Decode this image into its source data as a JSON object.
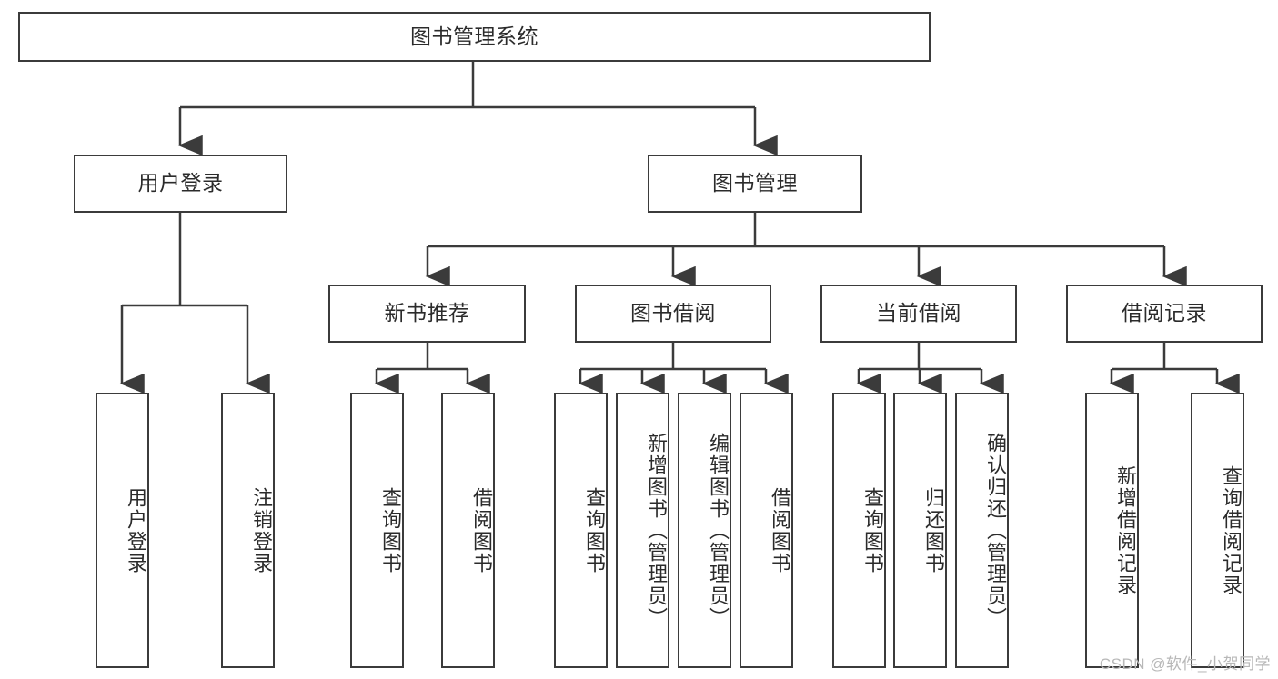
{
  "diagram": {
    "title": "图书管理系统",
    "type": "tree",
    "root": {
      "label": "图书管理系统"
    },
    "level1": [
      {
        "label": "用户登录"
      },
      {
        "label": "图书管理"
      }
    ],
    "level2": [
      {
        "label": "新书推荐"
      },
      {
        "label": "图书借阅"
      },
      {
        "label": "当前借阅"
      },
      {
        "label": "借阅记录"
      }
    ],
    "leaves": {
      "user_login": [
        {
          "label": "用户登录"
        },
        {
          "label": "注销登录"
        }
      ],
      "new_book_recommend": [
        {
          "label": "查询图书"
        },
        {
          "label": "借阅图书"
        }
      ],
      "book_borrow": [
        {
          "label": "查询图书"
        },
        {
          "label": "新增图书（管理员）"
        },
        {
          "label": "编辑图书（管理员）"
        },
        {
          "label": "借阅图书"
        }
      ],
      "current_borrow": [
        {
          "label": "查询图书"
        },
        {
          "label": "归还图书"
        },
        {
          "label": "确认归还（管理员）"
        }
      ],
      "borrow_record": [
        {
          "label": "新增借阅记录"
        },
        {
          "label": "查询借阅记录"
        }
      ]
    }
  },
  "watermark": {
    "text": "CSDN @软件_小贺同学",
    "color": "#b8b8b8"
  },
  "style": {
    "stroke": "#3b3b3b",
    "background": "#ffffff",
    "text": "#2b2b2b"
  }
}
